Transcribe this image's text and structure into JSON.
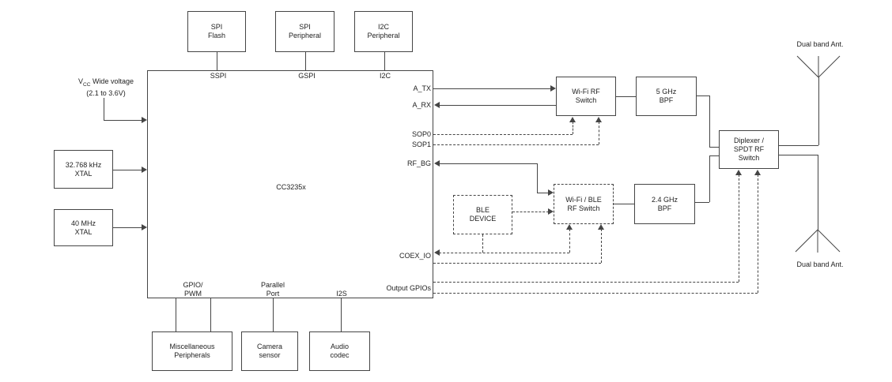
{
  "colors": {
    "line": "#454545",
    "text": "#1f1f1f",
    "background": "#ffffff"
  },
  "top_peripherals": [
    {
      "line1": "SPI",
      "line2": "Flash",
      "port": "SSPI"
    },
    {
      "line1": "SPI",
      "line2": "Peripheral",
      "port": "GSPI"
    },
    {
      "line1": "I2C",
      "line2": "Peripheral",
      "port": "I2C"
    }
  ],
  "power": {
    "symbol": "V",
    "subscript": "CC",
    "label": " Wide voltage",
    "range": "(2.1 to 3.6V)"
  },
  "clock_sources": [
    {
      "line1": "32.768 kHz",
      "line2": "XTAL"
    },
    {
      "line1": "40 MHz",
      "line2": "XTAL"
    }
  ],
  "chip": {
    "name": "CC3235x",
    "right_ports": {
      "a_tx": "A_TX",
      "a_rx": "A_RX",
      "sop0": "SOP0",
      "sop1": "SOP1",
      "rf_bg": "RF_BG",
      "coex_io": "COEX_IO",
      "output_gpios": "Output GPIOs"
    },
    "bottom_ports": {
      "gpio_line1": "GPIO/",
      "gpio_line2": "PWM",
      "parallel_line1": "Parallel",
      "parallel_line2": "Port",
      "i2s": "I2S"
    }
  },
  "rf_chain": {
    "wifi_rf_switch": {
      "line1": "Wi-Fi RF",
      "line2": "Switch"
    },
    "bpf_5ghz": {
      "line1": "5 GHz",
      "line2": "BPF"
    },
    "ble_device": {
      "line1": "BLE",
      "line2": "DEVICE"
    },
    "wifi_ble_rf_switch": {
      "line1": "Wi-Fi / BLE",
      "line2": "RF Switch"
    },
    "bpf_2_4ghz": {
      "line1": "2.4 GHz",
      "line2": "BPF"
    },
    "diplexer": {
      "line1": "Diplexer /",
      "line2": "SPDT RF",
      "line3": "Switch"
    }
  },
  "antennas": {
    "top": "Dual band Ant.",
    "bottom": "Dual band Ant."
  },
  "bottom_peripherals": [
    {
      "line1": "Miscellaneous",
      "line2": "Peripherals"
    },
    {
      "line1": "Camera",
      "line2": "sensor"
    },
    {
      "line1": "Audio",
      "line2": "codec"
    }
  ]
}
